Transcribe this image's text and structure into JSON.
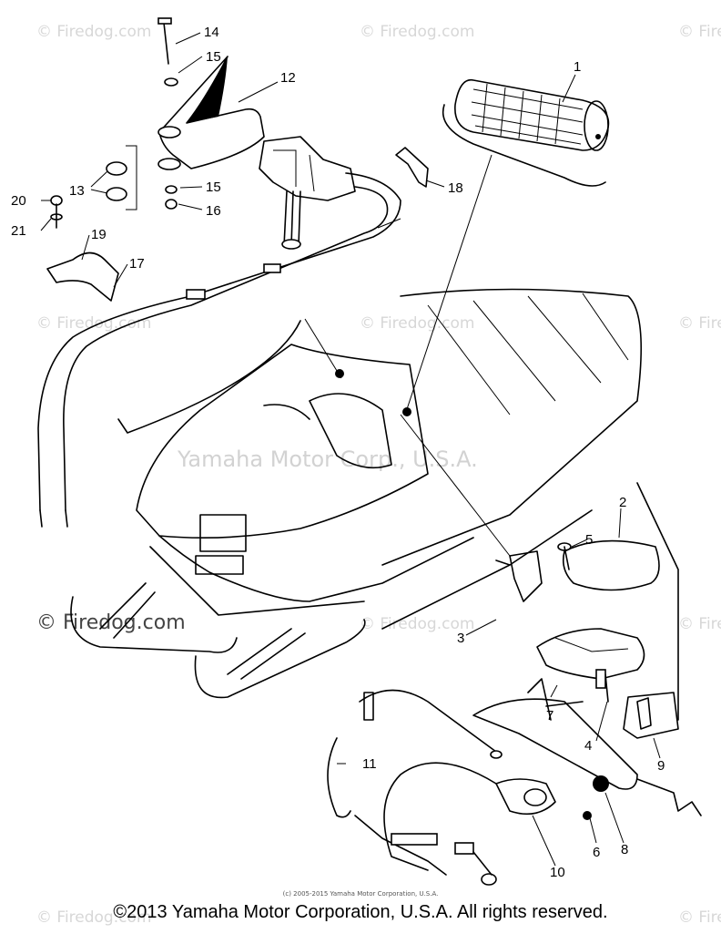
{
  "callouts": [
    "1",
    "2",
    "3",
    "4",
    "5",
    "6",
    "7",
    "8",
    "9",
    "10",
    "11",
    "12",
    "13",
    "14",
    "15",
    "15",
    "16",
    "17",
    "18",
    "19",
    "20",
    "21"
  ],
  "watermarks": {
    "site": "© Firedog.com",
    "center": "Yamaha Motor Corp., U.S.A.",
    "logo": "© Firedog.com"
  },
  "small_copyright": "(c) 2005-2015 Yamaha Motor Corporation, U.S.A.",
  "footer": "©2013 Yamaha Motor Corporation, U.S.A. All rights reserved."
}
